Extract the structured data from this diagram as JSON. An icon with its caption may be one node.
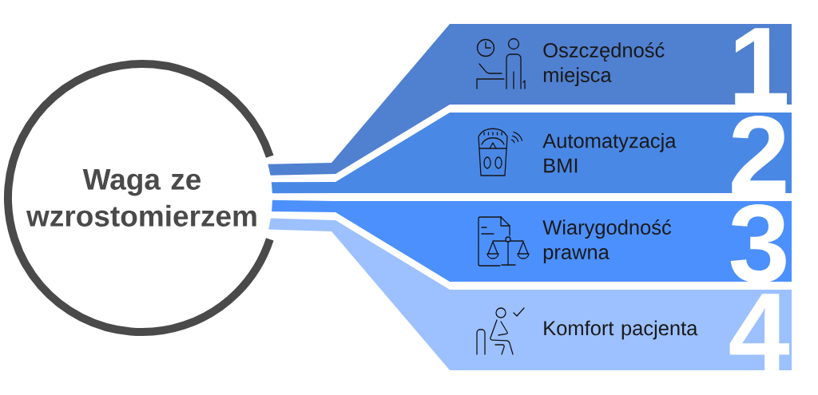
{
  "diagram": {
    "nodes": [
      {
        "text": [
          "Waga ze wzrostomierzem"
        ]
      },
      {
        "text": [
          "Oszczędność miejsca",
          "1"
        ]
      },
      {
        "text": [
          "Automatyzacja BMI",
          "2"
        ]
      },
      {
        "text": [
          "Wiarygodność prawna",
          "3"
        ]
      },
      {
        "text": [
          "Komfort pacjenta",
          "4"
        ]
      }
    ],
    "edges": [
      {
        "from": 0,
        "to": 1,
        "arrow": "none",
        "color": "#5080d0"
      },
      {
        "from": 0,
        "to": 2,
        "arrow": "none",
        "color": "#4a88e6"
      },
      {
        "from": 0,
        "to": 3,
        "arrow": "none",
        "color": "#4c90fd"
      },
      {
        "from": 0,
        "to": 4,
        "arrow": "none",
        "color": "#9cc1fe"
      }
    ]
  }
}
